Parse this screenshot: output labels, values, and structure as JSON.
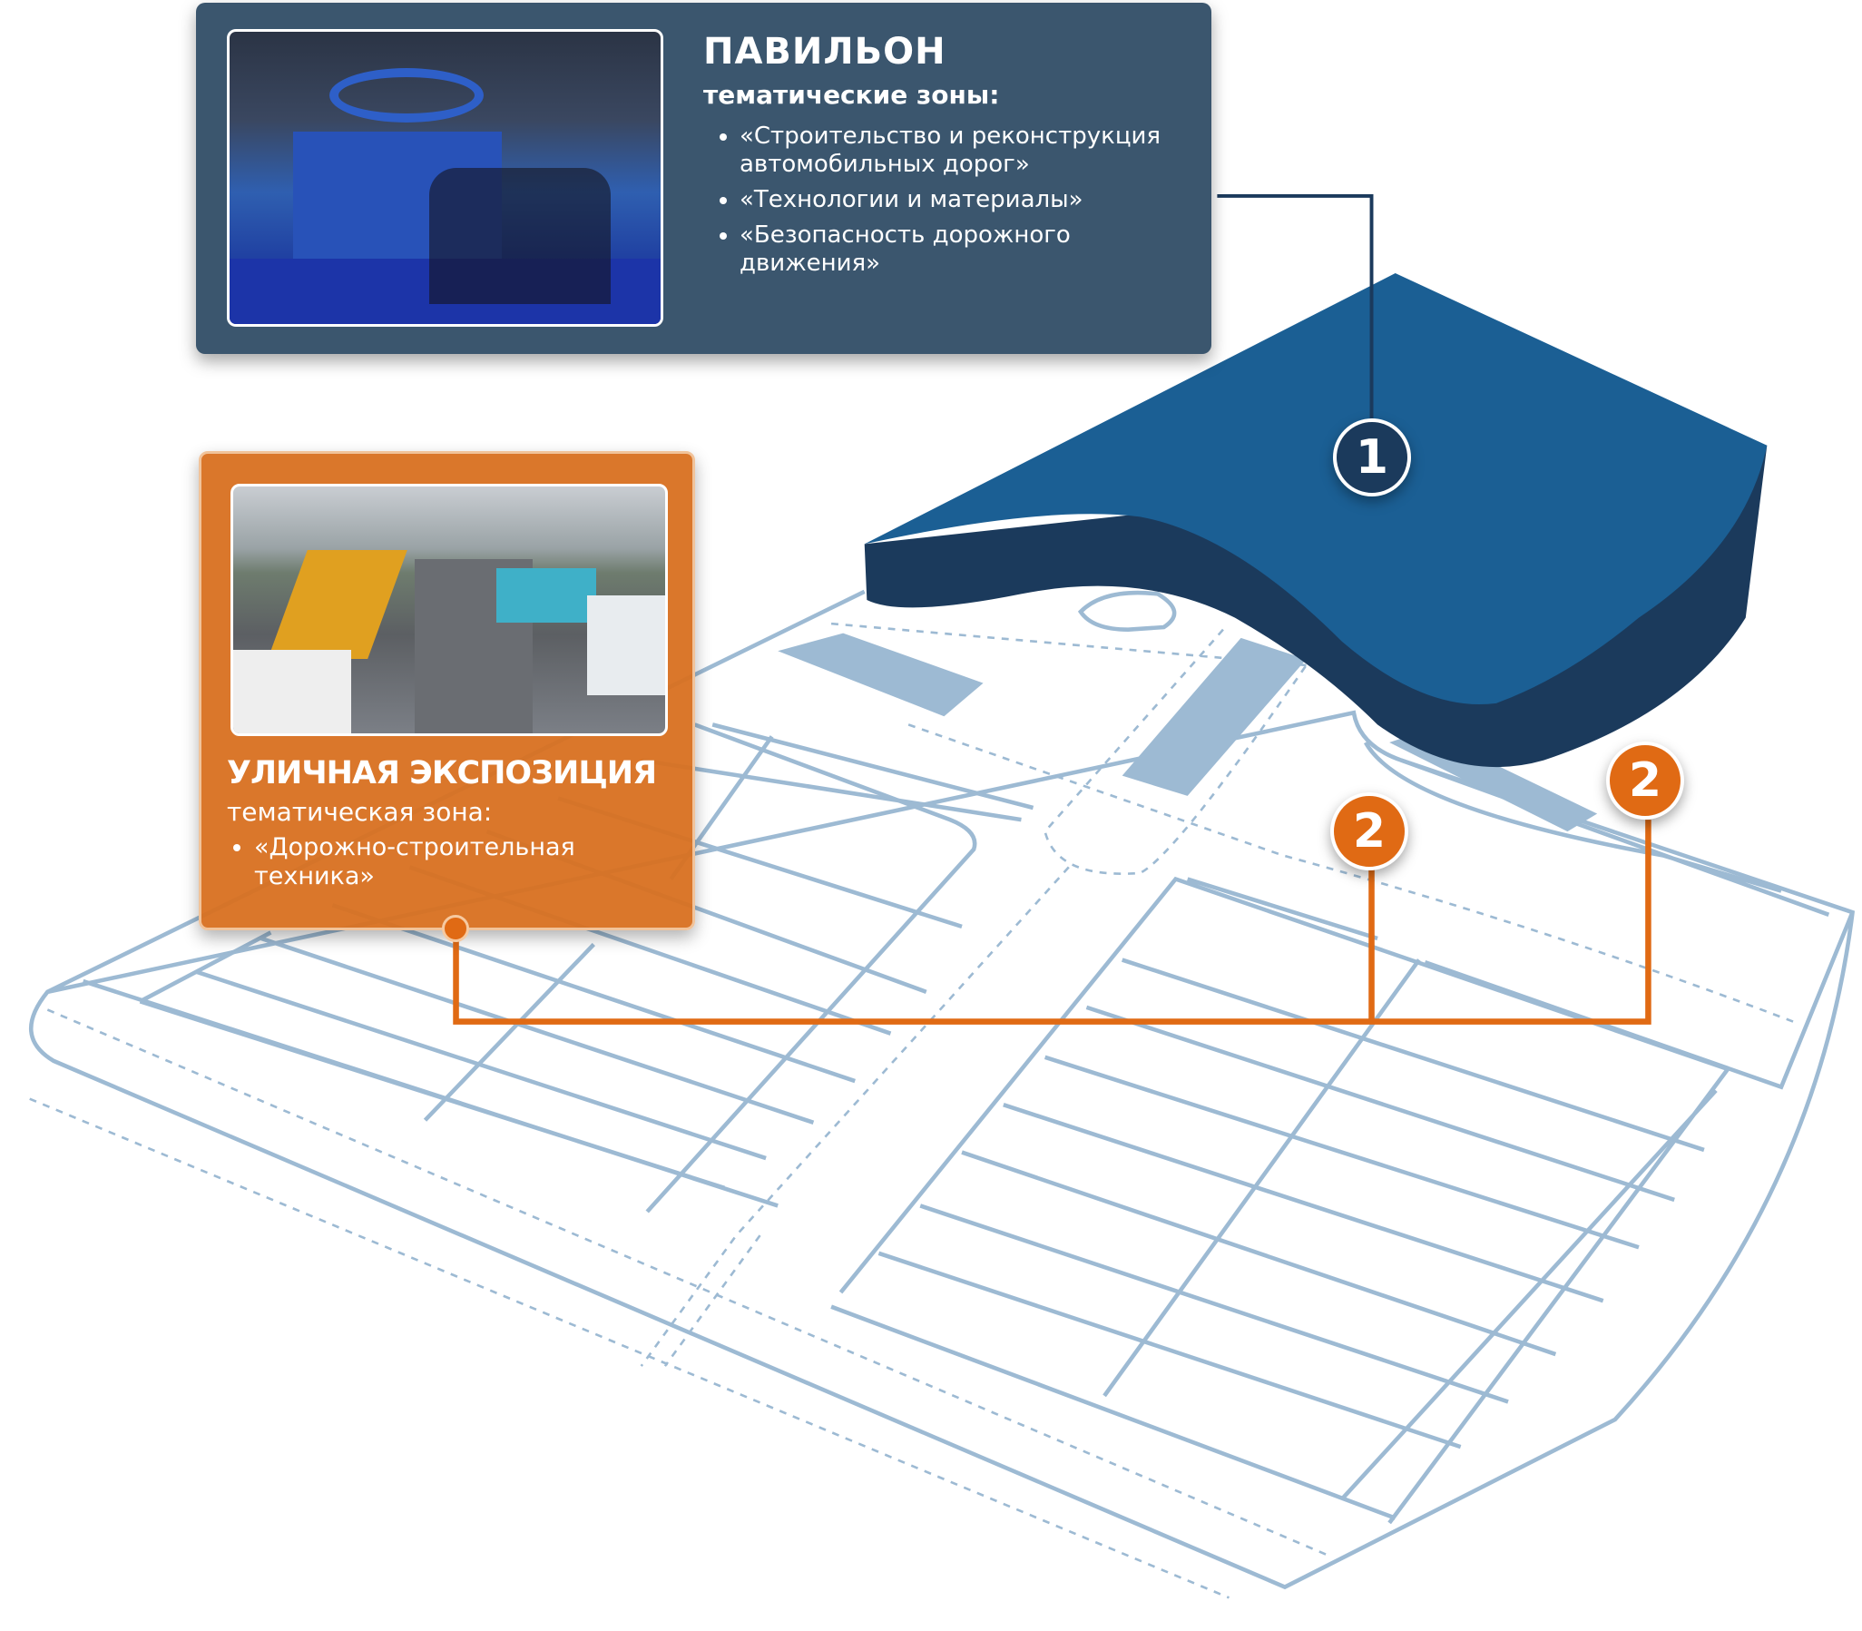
{
  "pavilion": {
    "marker": "1",
    "title": "ПАВИЛЬОН",
    "subtitle": "тематические зоны:",
    "zones": [
      "«Строительство и реконструкция автомобильных дорог»",
      "«Технологии и материалы»",
      "«Безопасность дорожного движения»"
    ]
  },
  "street": {
    "marker": "2",
    "title": "УЛИЧНАЯ ЭКСПОЗИЦИЯ",
    "subtitle": "тематическая зона:",
    "zones": [
      "«Дорожно-строительная техника»"
    ]
  },
  "colors": {
    "pavilion": "#1b5f94",
    "pavilion_card": "#3b566e",
    "street": "#e06a14",
    "map_lines": "#9dbad3"
  }
}
